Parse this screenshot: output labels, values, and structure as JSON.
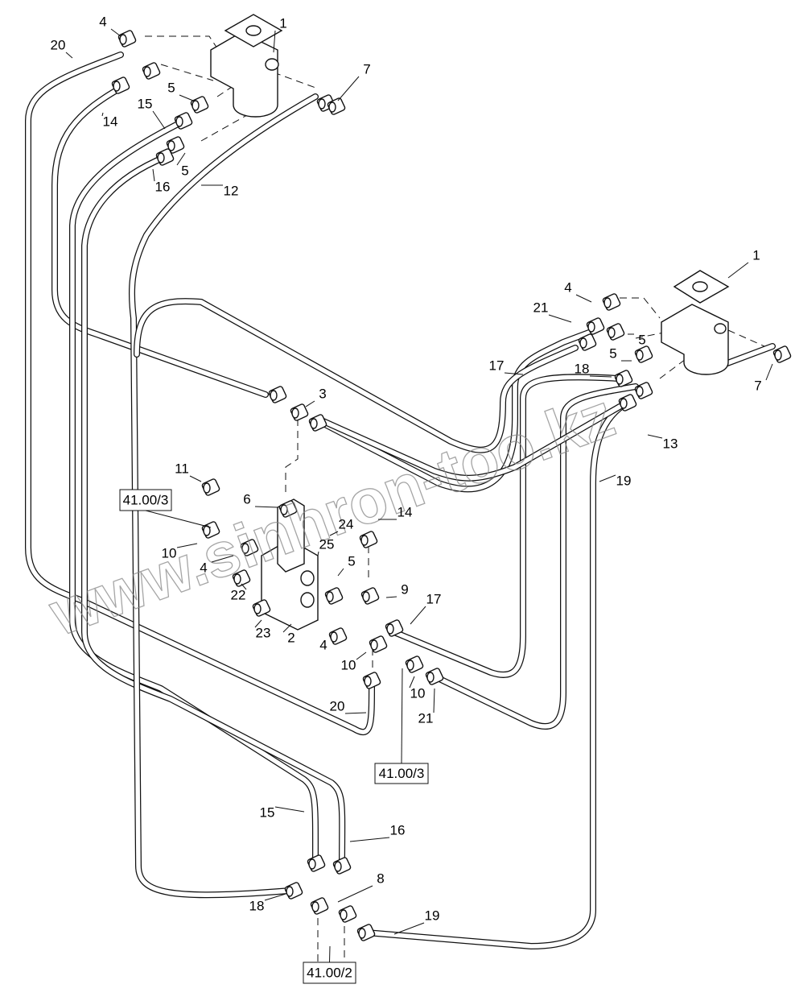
{
  "diagram": {
    "callouts": [
      "1",
      "4",
      "20",
      "5",
      "14",
      "15",
      "7",
      "5",
      "16",
      "12",
      "1",
      "4",
      "21",
      "5",
      "5",
      "17",
      "18",
      "7",
      "13",
      "19",
      "3",
      "11",
      "6",
      "14",
      "24",
      "25",
      "5",
      "10",
      "4",
      "22",
      "9",
      "17",
      "23",
      "2",
      "4",
      "10",
      "10",
      "20",
      "21",
      "15",
      "16",
      "8",
      "18",
      "19"
    ],
    "references": [
      "41.00/3",
      "41.00/3",
      "41.00/2"
    ],
    "watermark": "www.sinhron-too.kz"
  }
}
